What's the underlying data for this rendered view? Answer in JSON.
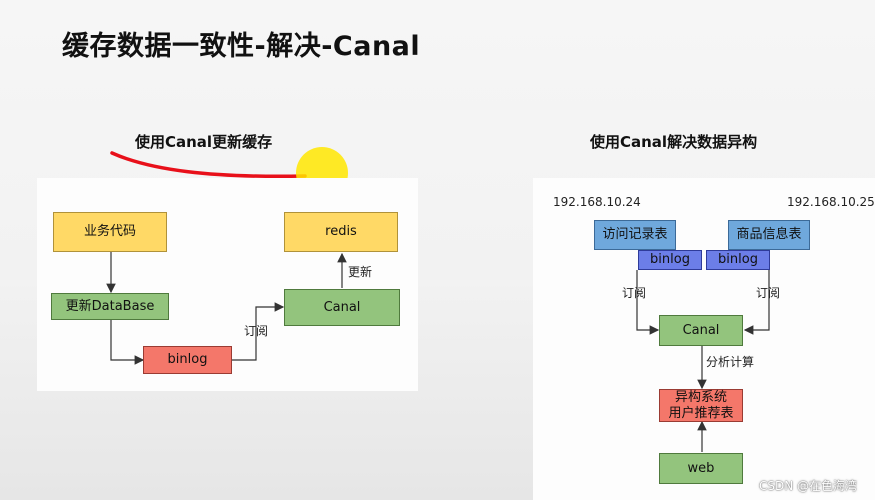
{
  "title": "缓存数据一致性-解决-Canal",
  "left": {
    "subtitle": "使用Canal更新缓存",
    "nodes": {
      "business_code": "业务代码",
      "update_db": "更新DataBase",
      "binlog": "binlog",
      "canal": "Canal",
      "redis": "redis"
    },
    "edges": {
      "subscribe": "订阅",
      "update": "更新"
    }
  },
  "right": {
    "subtitle": "使用Canal解决数据异构",
    "ip_left": "192.168.10.24",
    "ip_right": "192.168.10.25",
    "nodes": {
      "access_log_table": "访问记录表",
      "product_info_table": "商品信息表",
      "binlog_left": "binlog",
      "binlog_right": "binlog",
      "canal": "Canal",
      "hetero_line1": "异构系统",
      "hetero_line2": "用户推荐表",
      "web": "web"
    },
    "edges": {
      "subscribe_left": "订阅",
      "subscribe_right": "订阅",
      "analysis": "分析计算"
    }
  },
  "watermark": "CSDN @在色海湾",
  "colors": {
    "yellow": "#ffd966",
    "green": "#93c47d",
    "red": "#f4776a",
    "blue": "#6fa8dc",
    "violet": "#6c7ee8",
    "annotation_red": "#e8101a",
    "highlight_yellow": "#ffe600"
  }
}
